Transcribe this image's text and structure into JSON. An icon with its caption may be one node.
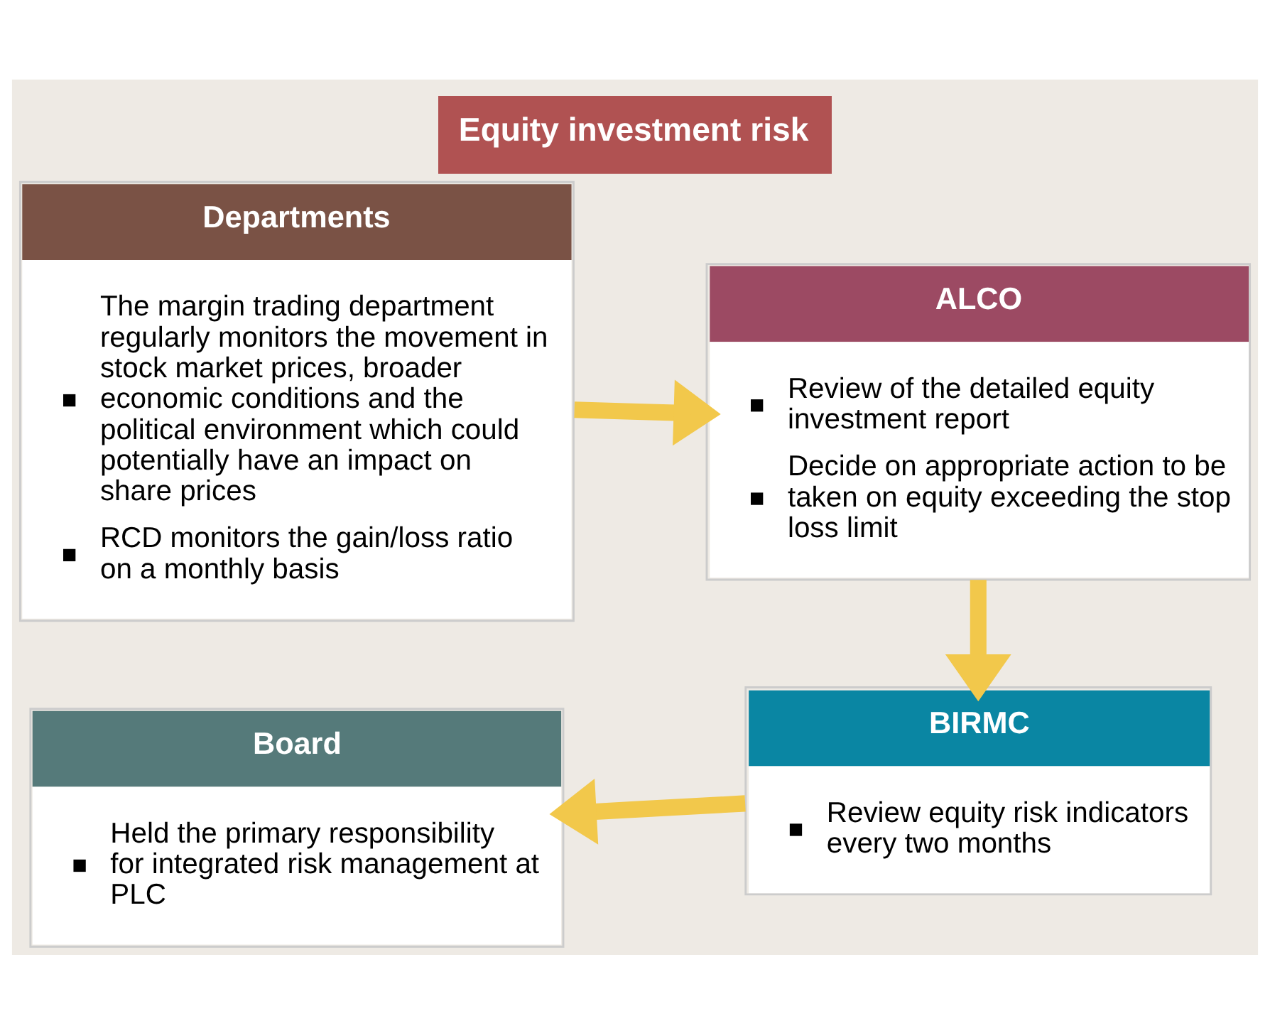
{
  "diagram": {
    "title": "Equity investment risk",
    "nodes": [
      {
        "text": [
          "Departments",
          "The margin trading department regularly monitors the movement in stock market prices, broader economic conditions and the political environment which could potentially have an impact on share prices",
          "RCD monitors the gain/loss ratio on a monthly basis"
        ]
      },
      {
        "text": [
          "ALCO",
          "Review of the detailed equity investment report",
          "Decide on appropriate action to be taken on equity exceeding the stop loss limit"
        ]
      },
      {
        "text": [
          "Board",
          "Held the primary responsibility for integrated risk management at PLC"
        ]
      },
      {
        "text": [
          "BIRMC",
          "Review equity risk indicators every two months"
        ]
      }
    ],
    "edges": [
      {
        "from": 0,
        "to": 1,
        "arrow": "to"
      },
      {
        "from": 1,
        "to": 3,
        "arrow": "to"
      },
      {
        "from": 3,
        "to": 2,
        "arrow": "to"
      }
    ]
  }
}
